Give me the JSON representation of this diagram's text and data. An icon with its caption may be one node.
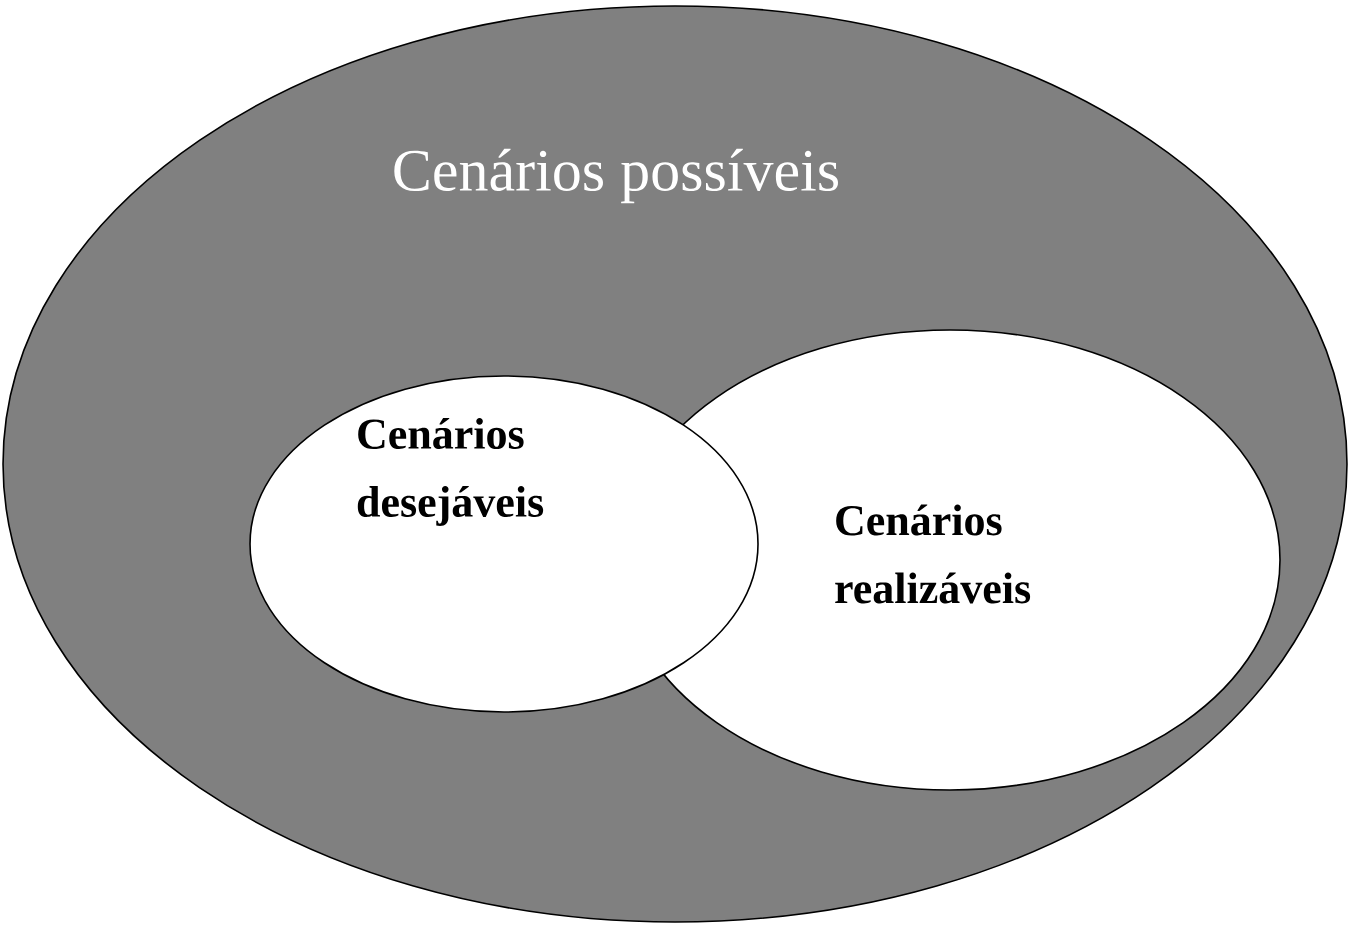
{
  "diagram": {
    "nodes": [
      {
        "text": [
          "Cenários possíveis"
        ]
      },
      {
        "text": [
          "Cenários desejáveis"
        ],
        "in": 0
      },
      {
        "text": [
          "Cenários realizáveis"
        ],
        "in": 0
      }
    ]
  }
}
